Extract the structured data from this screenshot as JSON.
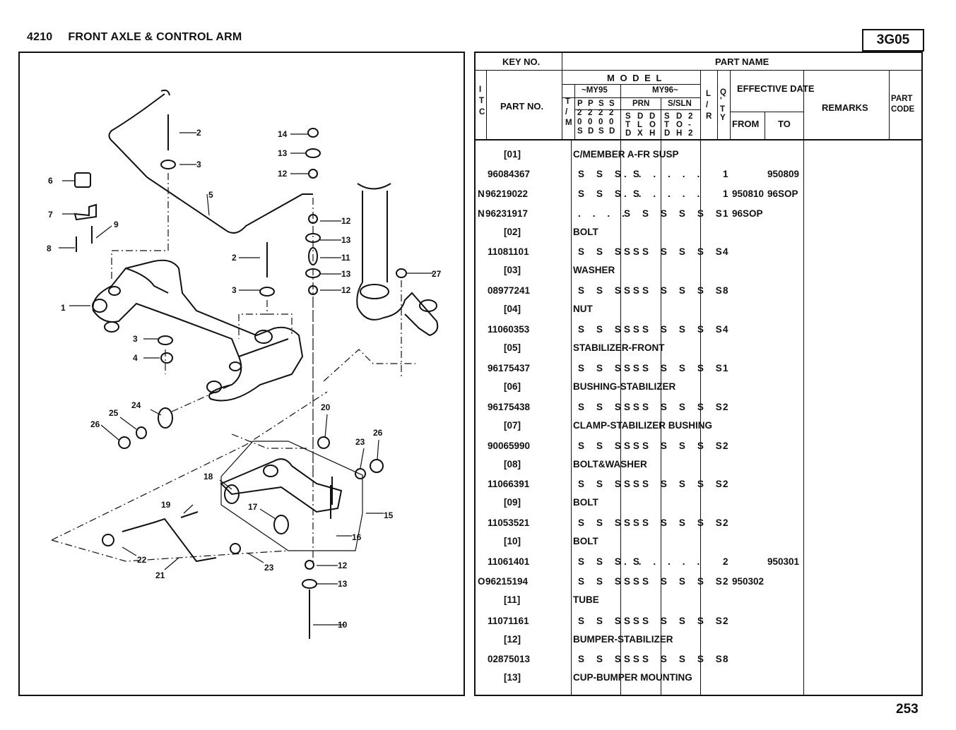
{
  "header": {
    "section_number": "4210",
    "section_title": "FRONT AXLE & CONTROL ARM",
    "page_code": "3G05",
    "page_number": "253"
  },
  "table_header": {
    "key_no": "KEY NO.",
    "part_name": "PART NAME",
    "itc": [
      "I",
      "T",
      "C"
    ],
    "part_no": "PART NO.",
    "tm": [
      "T",
      "/",
      "M"
    ],
    "model": "M O D E L",
    "my95": "~MY95",
    "my96": "MY96~",
    "prn": "PRN",
    "s_sln": "S/SLN",
    "my95_cols": [
      [
        "P",
        "2",
        "0",
        "S"
      ],
      [
        "P",
        "2",
        "0",
        "D"
      ],
      [
        "S",
        "2",
        "0",
        "S"
      ],
      [
        "S",
        "2",
        "0",
        "D"
      ]
    ],
    "prn_cols": [
      [
        "S",
        "T",
        "D"
      ],
      [
        "D",
        "L",
        "X"
      ],
      [
        "D",
        "O",
        "H"
      ]
    ],
    "ssln_cols": [
      [
        "S",
        "T",
        "D"
      ],
      [
        "D",
        "O",
        "H"
      ],
      [
        "2",
        "-",
        "2"
      ]
    ],
    "lr": [
      "L",
      "/",
      "R"
    ],
    "qty": [
      "Q",
      "'",
      "T",
      "Y"
    ],
    "effective_date": "EFFECTIVE DATE",
    "from": "FROM",
    "to": "TO",
    "remarks": "REMARKS",
    "part_code": "PART CODE"
  },
  "rows": [
    {
      "kind": "key",
      "key": "[01]",
      "name": "C/MEMBER A-FR SUSP"
    },
    {
      "kind": "part",
      "itc": "",
      "part_no": "96084367",
      "m95": "S S S S",
      "m96": ". . .  . . .",
      "qty": "1",
      "from": "",
      "to": "950809"
    },
    {
      "kind": "part",
      "itc": "N",
      "part_no": "96219022",
      "m95": "S S S S",
      "m96": ". . .  . . .",
      "qty": "1",
      "from": "950810",
      "to": "96SOP"
    },
    {
      "kind": "part",
      "itc": "N",
      "part_no": "96231917",
      "m95": ". . . .",
      "m96": "S S S  S S S",
      "qty": "1",
      "from": "96SOP",
      "to": ""
    },
    {
      "kind": "key",
      "key": "[02]",
      "name": "BOLT"
    },
    {
      "kind": "part",
      "itc": "",
      "part_no": "11081101",
      "m95": "S S S S",
      "m96": "S S S  S S S",
      "qty": "4",
      "from": "",
      "to": ""
    },
    {
      "kind": "key",
      "key": "[03]",
      "name": "WASHER"
    },
    {
      "kind": "part",
      "itc": "",
      "part_no": "08977241",
      "m95": "S S S S",
      "m96": "S S S  S S S",
      "qty": "8",
      "from": "",
      "to": ""
    },
    {
      "kind": "key",
      "key": "[04]",
      "name": "NUT"
    },
    {
      "kind": "part",
      "itc": "",
      "part_no": "11060353",
      "m95": "S S S S",
      "m96": "S S S  S S S",
      "qty": "4",
      "from": "",
      "to": ""
    },
    {
      "kind": "key",
      "key": "[05]",
      "name": "STABILIZER-FRONT"
    },
    {
      "kind": "part",
      "itc": "",
      "part_no": "96175437",
      "m95": "S S S S",
      "m96": "S S S  S S S",
      "qty": "1",
      "from": "",
      "to": ""
    },
    {
      "kind": "key",
      "key": "[06]",
      "name": "BUSHING-STABILIZER"
    },
    {
      "kind": "part",
      "itc": "",
      "part_no": "96175438",
      "m95": "S S S S",
      "m96": "S S S  S S S",
      "qty": "2",
      "from": "",
      "to": ""
    },
    {
      "kind": "key",
      "key": "[07]",
      "name": "CLAMP-STABILIZER BUSHING"
    },
    {
      "kind": "part",
      "itc": "",
      "part_no": "90065990",
      "m95": "S S S S",
      "m96": "S S S  S S S",
      "qty": "2",
      "from": "",
      "to": ""
    },
    {
      "kind": "key",
      "key": "[08]",
      "name": "BOLT&WASHER"
    },
    {
      "kind": "part",
      "itc": "",
      "part_no": "11066391",
      "m95": "S S S S",
      "m96": "S S S  S S S",
      "qty": "2",
      "from": "",
      "to": ""
    },
    {
      "kind": "key",
      "key": "[09]",
      "name": "BOLT"
    },
    {
      "kind": "part",
      "itc": "",
      "part_no": "11053521",
      "m95": "S S S S",
      "m96": "S S S  S S S",
      "qty": "2",
      "from": "",
      "to": ""
    },
    {
      "kind": "key",
      "key": "[10]",
      "name": "BOLT"
    },
    {
      "kind": "part",
      "itc": "",
      "part_no": "11061401",
      "m95": "S S S S",
      "m96": ". . .  . . .",
      "qty": "2",
      "from": "",
      "to": "950301"
    },
    {
      "kind": "part",
      "itc": "O",
      "part_no": "96215194",
      "m95": "S S S S",
      "m96": "S S S  S S S",
      "qty": "2",
      "from": "950302",
      "to": ""
    },
    {
      "kind": "key",
      "key": "[11]",
      "name": "TUBE"
    },
    {
      "kind": "part",
      "itc": "",
      "part_no": "11071161",
      "m95": "S S S S",
      "m96": "S S S  S S S",
      "qty": "2",
      "from": "",
      "to": ""
    },
    {
      "kind": "key",
      "key": "[12]",
      "name": "BUMPER-STABILIZER"
    },
    {
      "kind": "part",
      "itc": "",
      "part_no": "02875013",
      "m95": "S S S S",
      "m96": "S S S  S S S",
      "qty": "8",
      "from": "",
      "to": ""
    },
    {
      "kind": "key",
      "key": "[13]",
      "name": "CUP-BUMPER MOUNTING"
    }
  ],
  "diagram_labels": [
    "1",
    "2",
    "3",
    "4",
    "5",
    "6",
    "7",
    "8",
    "9",
    "10",
    "11",
    "12",
    "13",
    "14",
    "15",
    "16",
    "17",
    "18",
    "19",
    "20",
    "21",
    "22",
    "23",
    "24",
    "25",
    "26",
    "27"
  ]
}
